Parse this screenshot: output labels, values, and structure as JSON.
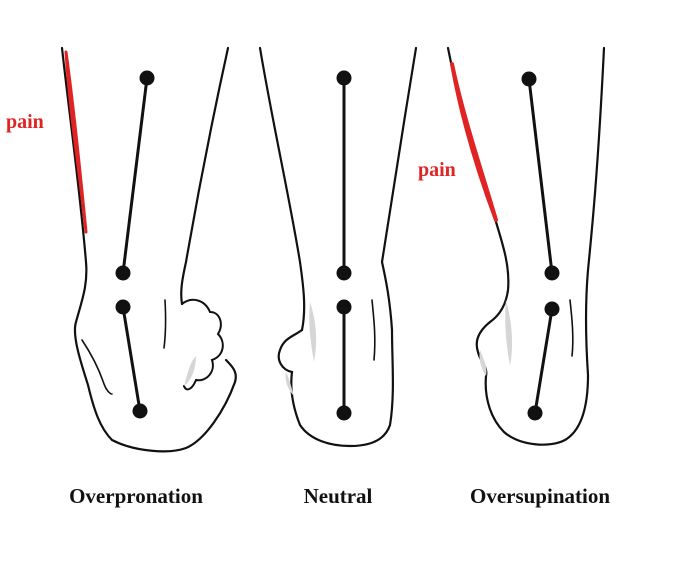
{
  "panels": [
    {
      "id": "overpronation",
      "label": "Overpronation",
      "pain_label": "pain"
    },
    {
      "id": "neutral",
      "label": "Neutral"
    },
    {
      "id": "oversupination",
      "label": "Oversupination",
      "pain_label": "pain"
    }
  ],
  "colors": {
    "outline": "#111111",
    "pain": "#e02424",
    "shade": "#d6d6d6"
  }
}
